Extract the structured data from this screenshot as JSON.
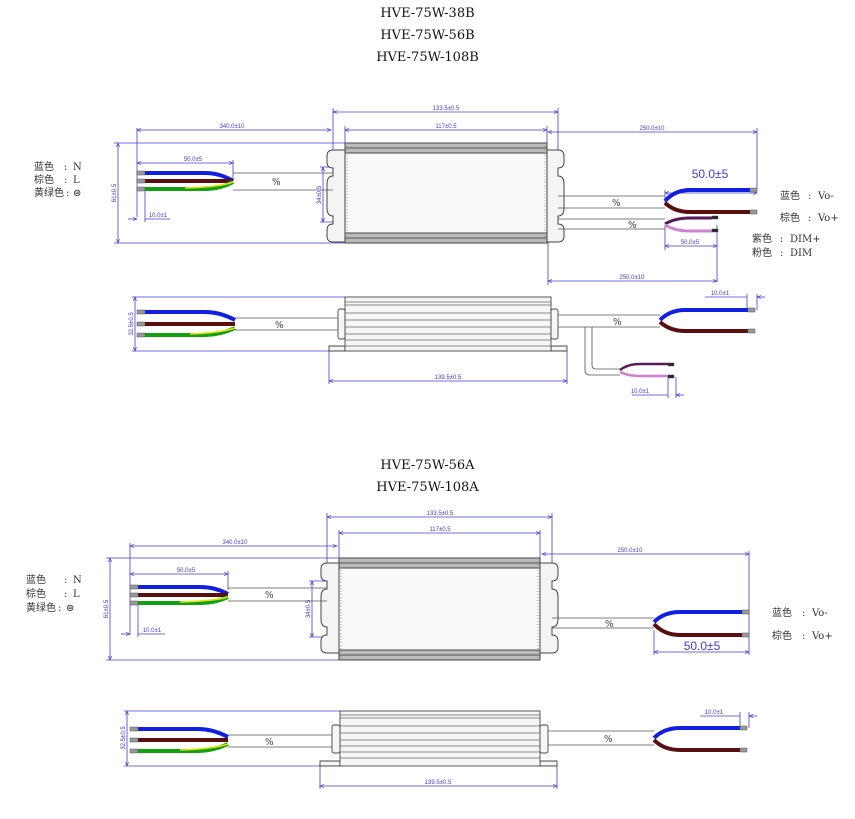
{
  "section_b": {
    "titles": [
      "HVE-75W-38B",
      "HVE-75W-56B",
      "HVE-75W-108B"
    ],
    "input_legend": [
      {
        "color_name": "蓝色",
        "signal": "N"
      },
      {
        "color_name": "棕色",
        "signal": "L"
      },
      {
        "color_name": "黄绿色",
        "signal": "⊜"
      }
    ],
    "output_legend": [
      {
        "color_name": "蓝色",
        "signal": "Vo-"
      },
      {
        "color_name": "棕色",
        "signal": "Vo+"
      },
      {
        "color_name": "紫色",
        "signal": "DIM+"
      },
      {
        "color_name": "粉色",
        "signal": "DIM"
      }
    ],
    "dimensions": {
      "overall_length": "133.5±0.5",
      "body_length": "117±0.5",
      "input_cable": "340.0±10",
      "output_cable": "250.0±10",
      "dim_cable": "250.0±10",
      "input_strip": "50.0±5",
      "output_strip": "50.0±5",
      "dim_strip": "50.0±5",
      "height": "61±0.5",
      "mount_hole": "34±0.5",
      "wire_tip": "10.0±1",
      "side_height": "32.5±0.5",
      "side_base": "139.5±0.5",
      "side_wire_tip": "10.0±1",
      "side_dim_tip": "10.0±1"
    }
  },
  "section_a": {
    "titles": [
      "HVE-75W-56A",
      "HVE-75W-108A"
    ],
    "input_legend": [
      {
        "color_name": "蓝色",
        "signal": "N"
      },
      {
        "color_name": "棕色",
        "signal": "L"
      },
      {
        "color_name": "黄绿色",
        "signal": "⊜"
      }
    ],
    "output_legend": [
      {
        "color_name": "蓝色",
        "signal": "Vo-"
      },
      {
        "color_name": "棕色",
        "signal": "Vo+"
      }
    ],
    "dimensions": {
      "overall_length": "133.5±0.5",
      "body_length": "117±0.5",
      "input_cable": "340.0±10",
      "output_cable": "250.0±10",
      "input_strip": "50.0±5",
      "output_strip": "50.0±5",
      "height": "61±0.5",
      "mount_hole": "34±0.5",
      "wire_tip": "10.0±1",
      "side_height": "32.5±0.5",
      "side_base": "139.5±0.5",
      "side_wire_tip": "10.0±1"
    }
  },
  "colors": {
    "dimension_line": "#4040d0",
    "wire_blue": "#1020e0",
    "wire_brown": "#5a0f0f",
    "wire_green": "#10a010",
    "wire_yellow": "#e0e010",
    "wire_purple": "#5a1a5a",
    "wire_pink": "#d080d0",
    "outline": "#444444"
  }
}
